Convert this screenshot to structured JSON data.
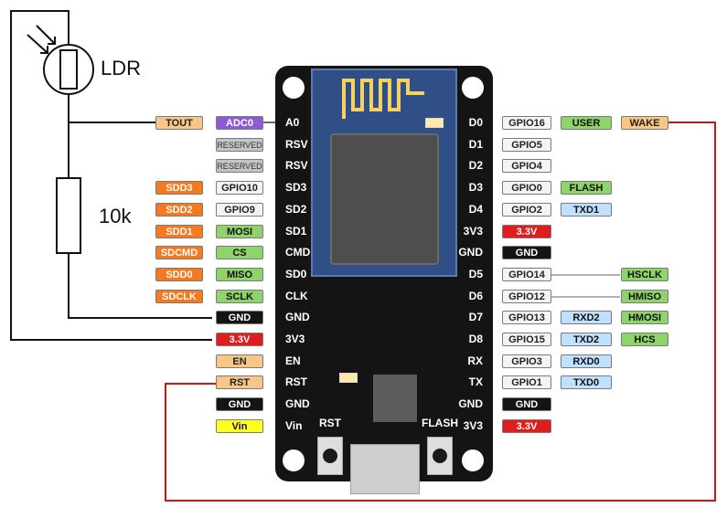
{
  "external": {
    "ldr_label": "LDR",
    "resistor_label": "10k"
  },
  "board": {
    "btn_rst_label": "RST",
    "btn_flash_label": "FLASH"
  },
  "left_pins": [
    {
      "pin": "A0",
      "tags": [
        {
          "text": "ADC0",
          "style": "purple"
        },
        {
          "text": "TOUT",
          "style": "peach"
        }
      ]
    },
    {
      "pin": "RSV",
      "tags": [
        {
          "text": "RESERVED",
          "style": "grey"
        }
      ]
    },
    {
      "pin": "RSV",
      "tags": [
        {
          "text": "RESERVED",
          "style": "grey"
        }
      ]
    },
    {
      "pin": "SD3",
      "tags": [
        {
          "text": "GPIO10",
          "style": "white"
        },
        {
          "text": "SDD3",
          "style": "orange"
        }
      ]
    },
    {
      "pin": "SD2",
      "tags": [
        {
          "text": "GPIO9",
          "style": "white"
        },
        {
          "text": "SDD2",
          "style": "orange"
        }
      ]
    },
    {
      "pin": "SD1",
      "tags": [
        {
          "text": "MOSI",
          "style": "green"
        },
        {
          "text": "SDD1",
          "style": "orange"
        }
      ]
    },
    {
      "pin": "CMD",
      "tags": [
        {
          "text": "CS",
          "style": "green"
        },
        {
          "text": "SDCMD",
          "style": "orange"
        }
      ]
    },
    {
      "pin": "SD0",
      "tags": [
        {
          "text": "MISO",
          "style": "green"
        },
        {
          "text": "SDD0",
          "style": "orange"
        }
      ]
    },
    {
      "pin": "CLK",
      "tags": [
        {
          "text": "SCLK",
          "style": "green"
        },
        {
          "text": "SDCLK",
          "style": "orange"
        }
      ]
    },
    {
      "pin": "GND",
      "tags": [
        {
          "text": "GND",
          "style": "black"
        }
      ]
    },
    {
      "pin": "3V3",
      "tags": [
        {
          "text": "3.3V",
          "style": "red"
        }
      ]
    },
    {
      "pin": "EN",
      "tags": [
        {
          "text": "EN",
          "style": "peach"
        }
      ]
    },
    {
      "pin": "RST",
      "tags": [
        {
          "text": "RST",
          "style": "peach"
        }
      ]
    },
    {
      "pin": "GND",
      "tags": [
        {
          "text": "GND",
          "style": "black"
        }
      ]
    },
    {
      "pin": "Vin",
      "tags": [
        {
          "text": "Vin",
          "style": "yellow"
        }
      ]
    }
  ],
  "right_pins": [
    {
      "pin": "D0",
      "tags": [
        {
          "text": "GPIO16",
          "style": "white"
        },
        {
          "text": "USER",
          "style": "green"
        },
        {
          "text": "WAKE",
          "style": "peach"
        }
      ]
    },
    {
      "pin": "D1",
      "tags": [
        {
          "text": "GPIO5",
          "style": "white"
        }
      ]
    },
    {
      "pin": "D2",
      "tags": [
        {
          "text": "GPIO4",
          "style": "white"
        }
      ]
    },
    {
      "pin": "D3",
      "tags": [
        {
          "text": "GPIO0",
          "style": "white"
        },
        {
          "text": "FLASH",
          "style": "green"
        }
      ]
    },
    {
      "pin": "D4",
      "tags": [
        {
          "text": "GPIO2",
          "style": "white"
        },
        {
          "text": "TXD1",
          "style": "lblue"
        }
      ]
    },
    {
      "pin": "3V3",
      "tags": [
        {
          "text": "3.3V",
          "style": "red"
        }
      ]
    },
    {
      "pin": "GND",
      "tags": [
        {
          "text": "GND",
          "style": "black"
        }
      ]
    },
    {
      "pin": "D5",
      "tags": [
        {
          "text": "GPIO14",
          "style": "white"
        },
        {
          "text": "HSCLK",
          "style": "green",
          "far": true
        }
      ]
    },
    {
      "pin": "D6",
      "tags": [
        {
          "text": "GPIO12",
          "style": "white"
        },
        {
          "text": "HMISO",
          "style": "green",
          "far": true
        }
      ]
    },
    {
      "pin": "D7",
      "tags": [
        {
          "text": "GPIO13",
          "style": "white"
        },
        {
          "text": "RXD2",
          "style": "lblue"
        },
        {
          "text": "HMOSI",
          "style": "green"
        }
      ]
    },
    {
      "pin": "D8",
      "tags": [
        {
          "text": "GPIO15",
          "style": "white"
        },
        {
          "text": "TXD2",
          "style": "lblue"
        },
        {
          "text": "HCS",
          "style": "green"
        }
      ]
    },
    {
      "pin": "RX",
      "tags": [
        {
          "text": "GPIO3",
          "style": "white"
        },
        {
          "text": "RXD0",
          "style": "lblue"
        }
      ]
    },
    {
      "pin": "TX",
      "tags": [
        {
          "text": "GPIO1",
          "style": "white"
        },
        {
          "text": "TXD0",
          "style": "lblue"
        }
      ]
    },
    {
      "pin": "GND",
      "tags": [
        {
          "text": "GND",
          "style": "black"
        }
      ]
    },
    {
      "pin": "3V3",
      "tags": [
        {
          "text": "3.3V",
          "style": "red"
        }
      ]
    }
  ],
  "colors": {
    "wire_black": "#111111",
    "wire_red": "#d01414",
    "board": "#141414",
    "module": "#2f4f86"
  }
}
